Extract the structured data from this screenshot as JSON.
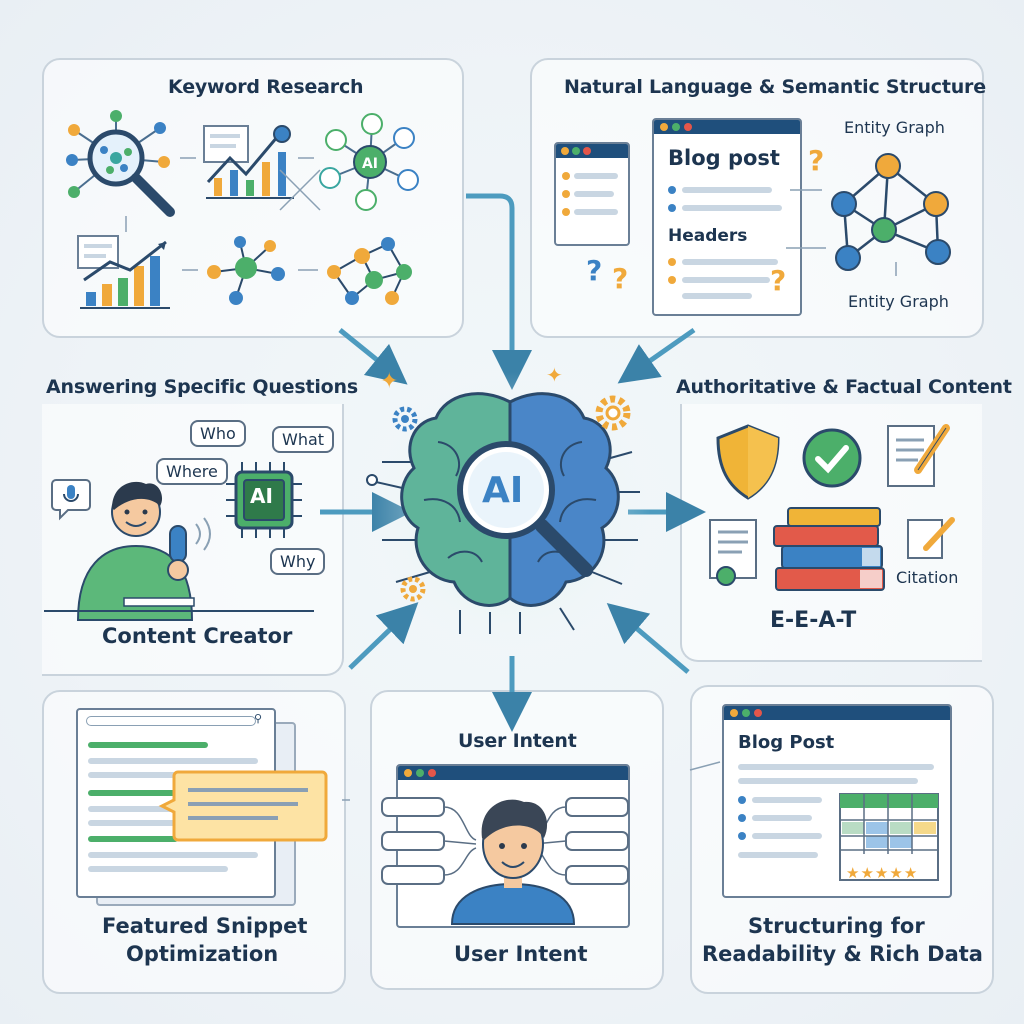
{
  "panels": {
    "keyword_research": {
      "title": "Keyword Research"
    },
    "semantic_structure": {
      "title": "Natural Language & Semantic Structure",
      "window_title": "Blog post",
      "headers_label": "Headers",
      "entity_graph_top": "Entity Graph",
      "entity_graph_bottom": "Entity Graph"
    },
    "questions": {
      "title": "Answering Specific Questions",
      "bubbles": [
        "Who",
        "What",
        "Where",
        "Why"
      ],
      "chip_label": "AI",
      "caption": "Content Creator"
    },
    "authoritative": {
      "title": "Authoritative & Factual Content",
      "citation": "Citation",
      "caption": "E-E-A-T"
    },
    "snippet": {
      "caption_line1": "Featured Snippet",
      "caption_line2": "Optimization"
    },
    "user_intent": {
      "title": "User Intent",
      "caption": "User Intent"
    },
    "structuring": {
      "window_title": "Blog Post",
      "caption_line1": "Structuring for",
      "caption_line2": "Readability & Rich Data"
    }
  },
  "center": {
    "label": "AI"
  },
  "icons": [
    "magnifier-network-icon",
    "trend-chart-icon",
    "ai-network-icon",
    "bar-chart-icon",
    "network-icon",
    "shield-icon",
    "check-icon",
    "document-edit-icon",
    "certificate-icon",
    "books-icon",
    "microphone-icon",
    "gear-icon",
    "star-icon"
  ],
  "colors": {
    "navy": "#1f4f7c",
    "green": "#4caf6a",
    "blue": "#3b82c4",
    "orange": "#f0a93b",
    "teal": "#3aa6a0"
  }
}
